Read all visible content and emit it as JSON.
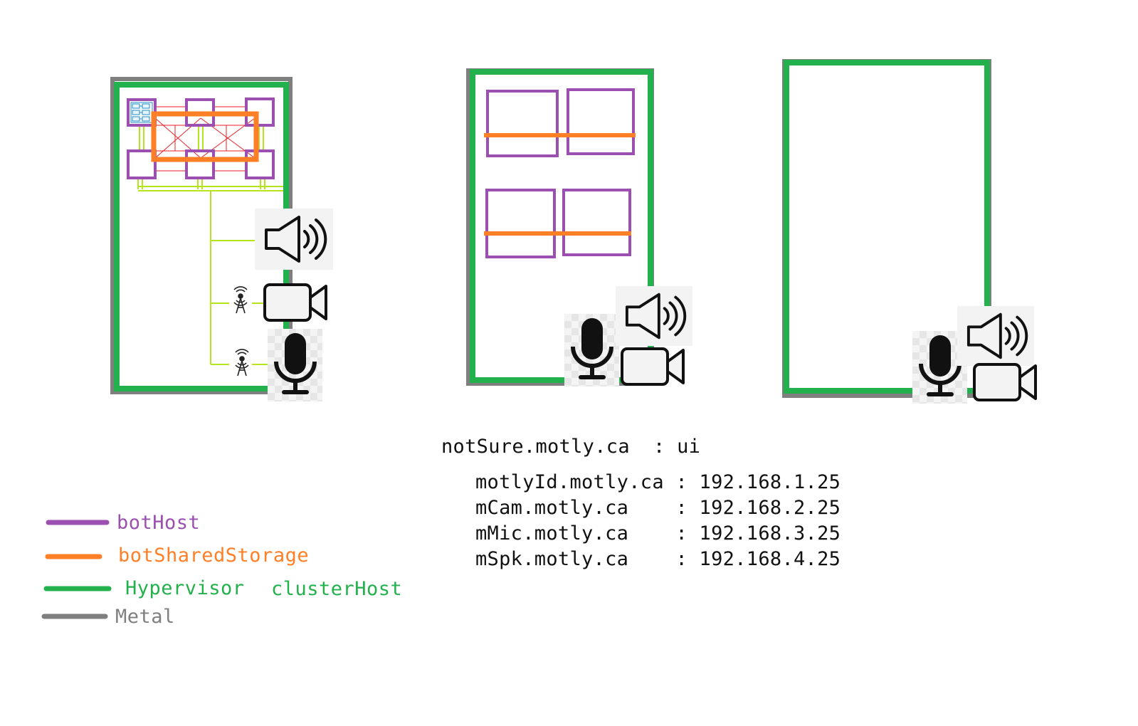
{
  "colors": {
    "botHost": "#9b4fb0",
    "botSharedStorage": "#ff7f27",
    "hypervisor": "#22b14c",
    "metal": "#7f7f7f",
    "link": "#b5e61d",
    "mesh": "#ed1c24"
  },
  "legend": [
    {
      "label": "botHost",
      "color": "#9b4fb0"
    },
    {
      "label": "botSharedStorage",
      "color": "#ff7f27"
    },
    {
      "label": "Hypervisor",
      "color": "#22b14c"
    },
    {
      "label": "clusterHost",
      "color": "#22b14c"
    },
    {
      "label": "Metal",
      "color": "#7f7f7f"
    }
  ],
  "hosts": {
    "ui": "notSure.motly.ca  : ui",
    "entries": [
      "motlyId.motly.ca : 192.168.1.25",
      "mCam.motly.ca    : 192.168.2.25",
      "mMic.motly.ca    : 192.168.3.25",
      "mSpk.motly.ca    : 192.168.4.25"
    ]
  },
  "icons": [
    "speaker-icon",
    "camera-icon",
    "microphone-icon",
    "antenna-icon",
    "network-switch-icon"
  ]
}
